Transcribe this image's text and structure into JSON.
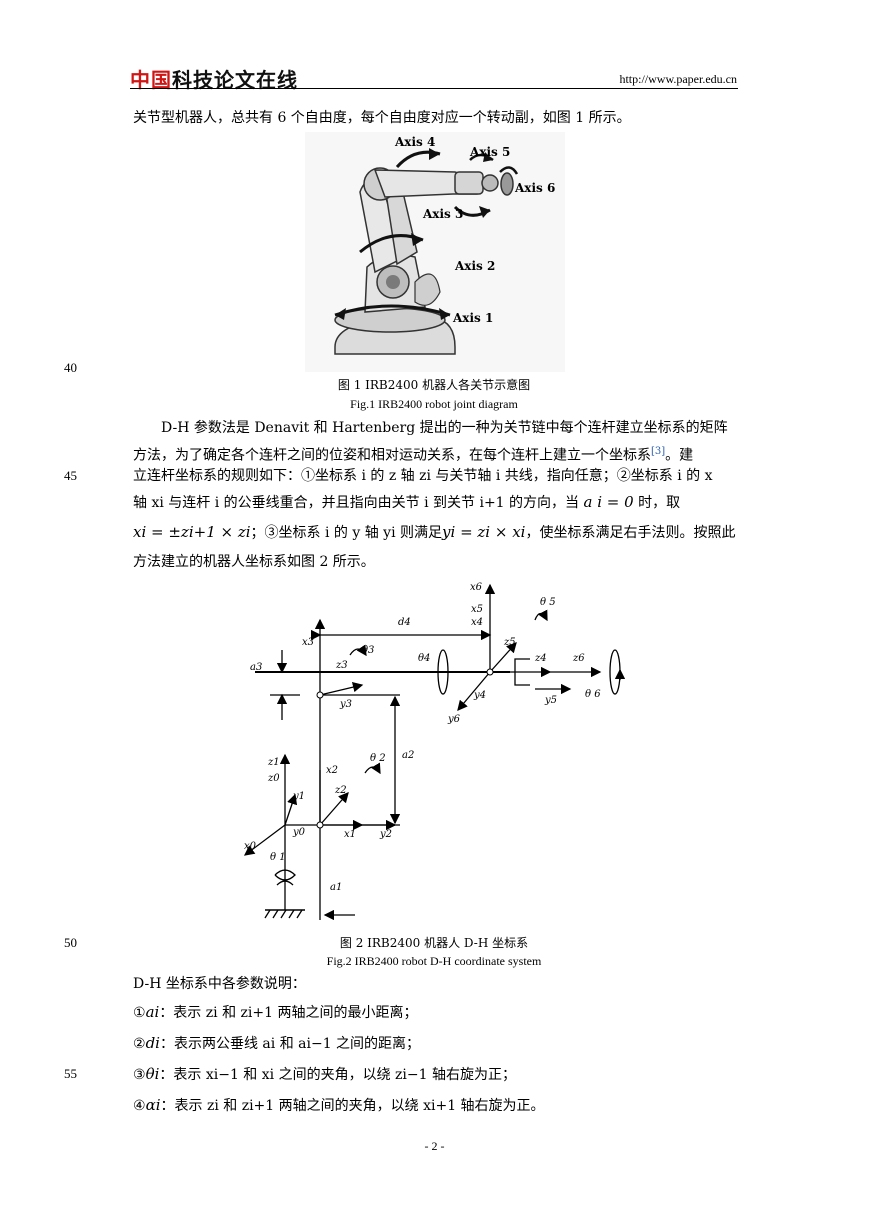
{
  "header": {
    "logo_red": "中国",
    "logo_black": "科技论文在线",
    "url": "http://www.paper.edu.cn"
  },
  "intro_line": "关节型机器人，总共有 6 个自由度，每个自由度对应一个转动副，如图 1 所示。",
  "figure1": {
    "axis_labels": [
      "Axis 4",
      "Axis 5",
      "Axis 6",
      "Axis 3",
      "Axis 2",
      "Axis 1"
    ],
    "caption_cn": "图 1 IRB2400 机器人各关节示意图",
    "caption_en": "Fig.1 IRB2400 robot joint diagram"
  },
  "line_numbers": {
    "n40": "40",
    "n45": "45",
    "n50": "50",
    "n55": "55"
  },
  "paragraph": {
    "l1": "D-H 参数法是 Denavit 和 Hartenberg 提出的一种为关节链中每个连杆建立坐标系的矩阵",
    "l2a": "方法，为了确定各个连杆之间的位姿和相对运动关系，在每个连杆上建立一个坐标系",
    "ref": "[3]",
    "l2b": "。建",
    "l3": "立连杆坐标系的规则如下：①坐标系 i 的 z 轴 zi 与关节轴 i 共线，指向任意；②坐标系 i 的 x",
    "l4a": "轴  xi 与连杆  i  的公垂线重合，并且指向由关节  i  到关节  i+1  的方向，当",
    "l4eq": "a i = 0",
    "l4b": "时，取",
    "l5eq": "xi = ±zi+1 × zi",
    "l5a": "；③坐标系 i 的 y 轴 yi 则满足",
    "l5eq2": "yi = zi × xi",
    "l5b": "，使坐标系满足右手法则。按照此",
    "l6": "方法建立的机器人坐标系如图 2 所示。"
  },
  "figure2": {
    "caption_cn": "图 2 IRB2400 机器人 D-H 坐标系",
    "caption_en": "Fig.2 IRB2400 robot D-H coordinate system",
    "labels": {
      "x6": "x6",
      "x5": "x5",
      "x4": "x4",
      "theta5": "θ 5",
      "d4": "d4",
      "x3": "x3",
      "z5": "z5",
      "a3": "a3",
      "theta3": "θ3",
      "theta4": "θ4",
      "z4": "z4",
      "z6": "z6",
      "y5": "y5",
      "theta6": "θ 6",
      "y4": "y4",
      "y3": "y3",
      "y6": "y6",
      "a2": "a2",
      "theta2": "θ 2",
      "z1": "z1",
      "z0": "z0",
      "x2": "x2",
      "z2": "z2",
      "y1": "y1",
      "y0": "y0",
      "x1": "x1",
      "y2": "y2",
      "x0": "x0",
      "theta1": "θ 1",
      "a1": "a1",
      "z3": "z3"
    }
  },
  "params": {
    "intro": "D-H 坐标系中各参数说明：",
    "items": [
      {
        "num": "①",
        "sym": "ai",
        "text": "：表示 zi 和 zi+1 两轴之间的最小距离；"
      },
      {
        "num": "②",
        "sym": "di",
        "text": "：表示两公垂线 ai 和 ai−1 之间的距离；"
      },
      {
        "num": "③",
        "sym": "θi",
        "text": "：表示 xi−1 和 xi 之间的夹角，以绕 zi−1 轴右旋为正；"
      },
      {
        "num": "④",
        "sym": "αi",
        "text": "：表示 zi 和 zi+1 两轴之间的夹角，以绕 xi+1 轴右旋为正。"
      }
    ]
  },
  "page_number": "- 2 -"
}
